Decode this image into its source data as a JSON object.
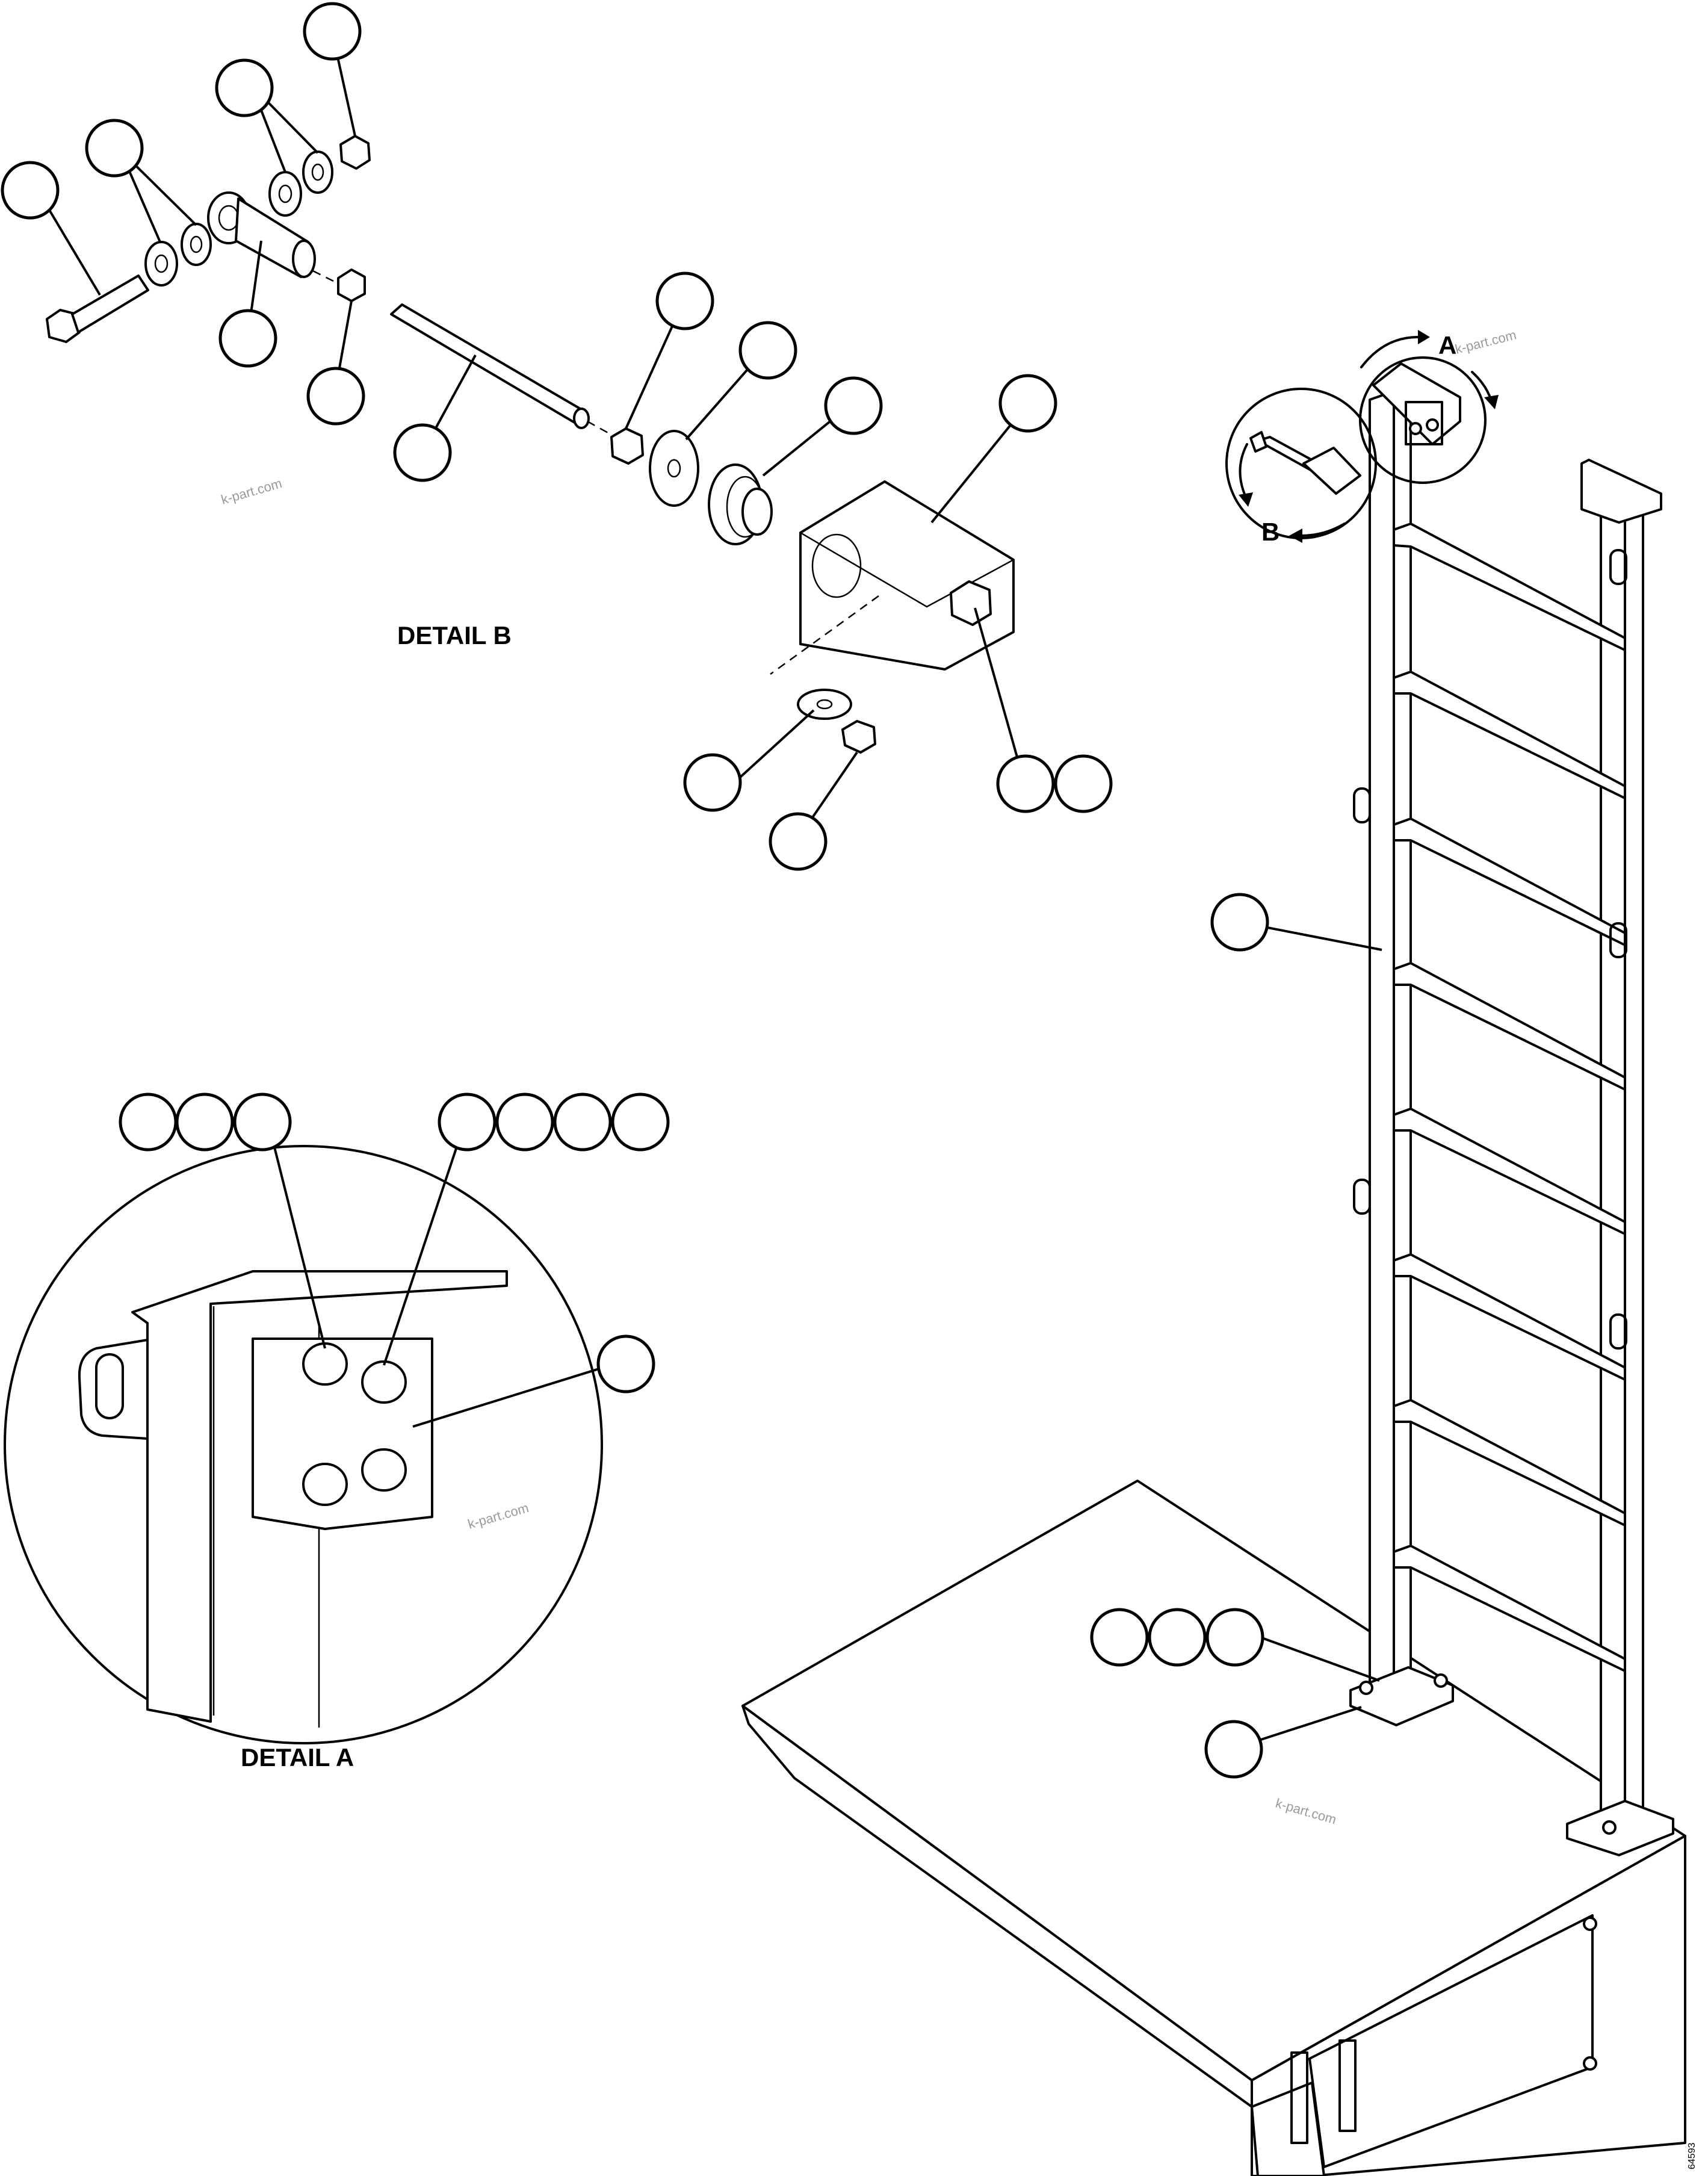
{
  "labels": {
    "detail_b": "DETAIL B",
    "detail_a": "DETAIL A",
    "callout_a": "A",
    "callout_b": "B",
    "drawing_number": "64593"
  },
  "watermarks": [
    "k-part.com",
    "k-part.com",
    "k-part.com",
    "k-part.com"
  ],
  "balloons_note": "reference balloons without printed numbers"
}
